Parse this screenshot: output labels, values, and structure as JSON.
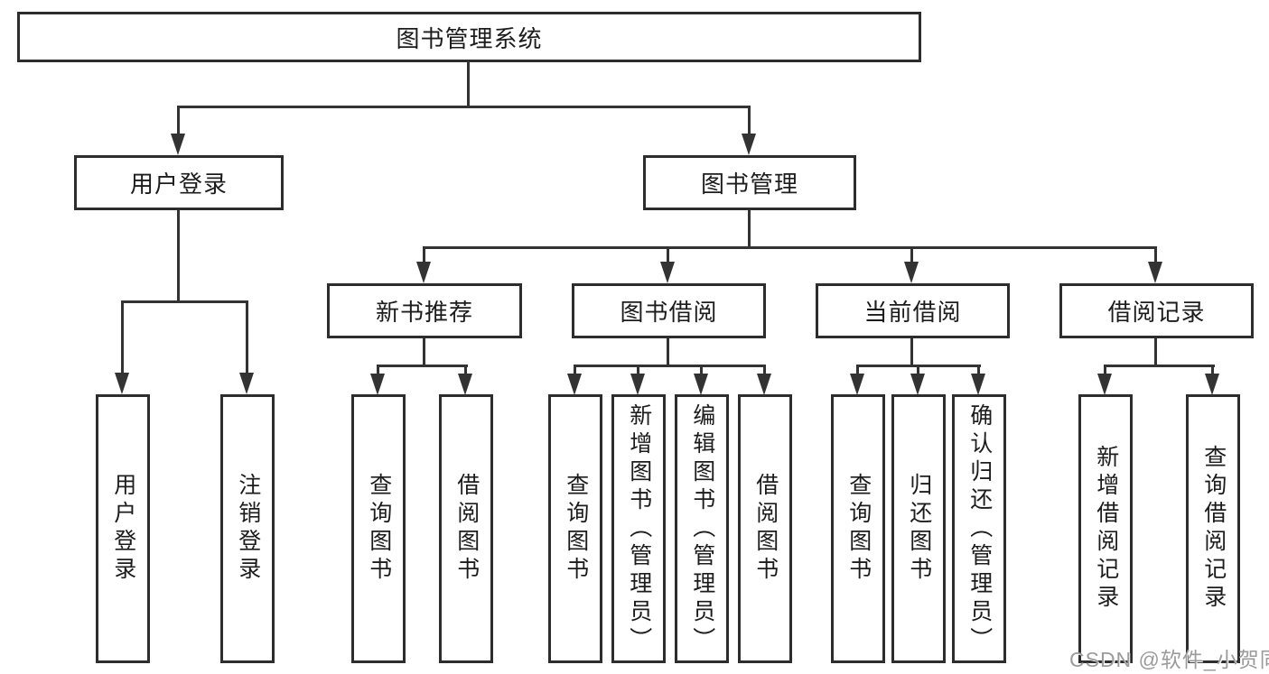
{
  "diagram": {
    "type": "hierarchy",
    "title": "图书管理系统"
  },
  "nodes": {
    "root": {
      "label": "图书管理系统"
    },
    "level1": [
      {
        "id": "user-login",
        "label": "用户登录"
      },
      {
        "id": "book-management",
        "label": "图书管理"
      }
    ],
    "level2": [
      {
        "id": "new-book-recommendation",
        "label": "新书推荐"
      },
      {
        "id": "book-borrowing",
        "label": "图书借阅"
      },
      {
        "id": "current-borrowing",
        "label": "当前借阅"
      },
      {
        "id": "borrowing-records",
        "label": "借阅记录"
      }
    ],
    "leaves": {
      "user_login": [
        {
          "label": "用户登录"
        },
        {
          "label": "注销登录"
        }
      ],
      "new_book": [
        {
          "label": "查询图书"
        },
        {
          "label": "借阅图书"
        }
      ],
      "book_borrowing": [
        {
          "label": "查询图书"
        },
        {
          "label": "新增图书（管理员）"
        },
        {
          "label": "编辑图书（管理员）"
        },
        {
          "label": "借阅图书"
        }
      ],
      "current_borrowing": [
        {
          "label": "查询图书"
        },
        {
          "label": "归还图书"
        },
        {
          "label": "确认归还（管理员）"
        }
      ],
      "borrowing_records": [
        {
          "label": "新增借阅记录"
        },
        {
          "label": "查询借阅记录"
        }
      ]
    }
  },
  "watermark": {
    "text": "CSDN @软件_小贺同学"
  },
  "colors": {
    "line": "#333333",
    "box_border": "#2d2d2d",
    "box_background": "#ffffff",
    "text": "#1c1c1c",
    "watermark": "#9b9b9b"
  }
}
